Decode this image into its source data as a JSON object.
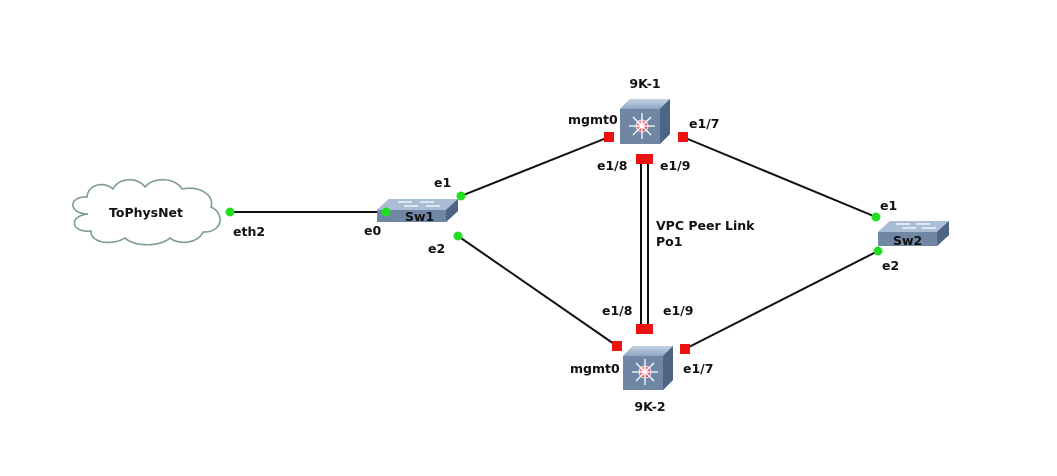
{
  "colors": {
    "link": "#111111",
    "port_up": "#22dd22",
    "port_down": "#ee1111",
    "device_body": "#6f86a5",
    "device_top": "#a9bdd5",
    "cloud_stroke": "#7f9a9a"
  },
  "nodes": {
    "cloud": {
      "label": "ToPhysNet",
      "icon": "cloud-icon"
    },
    "sw1": {
      "label": "Sw1",
      "icon": "switch-icon"
    },
    "sw2": {
      "label": "Sw2",
      "icon": "switch-icon"
    },
    "n9k1": {
      "label": "9K-1",
      "icon": "multilayer-switch-icon"
    },
    "n9k2": {
      "label": "9K-2",
      "icon": "multilayer-switch-icon"
    }
  },
  "ports": {
    "cloud_eth2": "eth2",
    "sw1_e0": "e0",
    "sw1_e1": "e1",
    "sw1_e2": "e2",
    "k1_mgmt0": "mgmt0",
    "k1_e17": "e1/7",
    "k1_e18": "e1/8",
    "k1_e19": "e1/9",
    "k2_mgmt0": "mgmt0",
    "k2_e17": "e1/7",
    "k2_e18": "e1/8",
    "k2_e19": "e1/9",
    "sw2_e1": "e1",
    "sw2_e2": "e2"
  },
  "annotations": {
    "peer_link_line1": "VPC Peer Link",
    "peer_link_line2": "Po1"
  }
}
